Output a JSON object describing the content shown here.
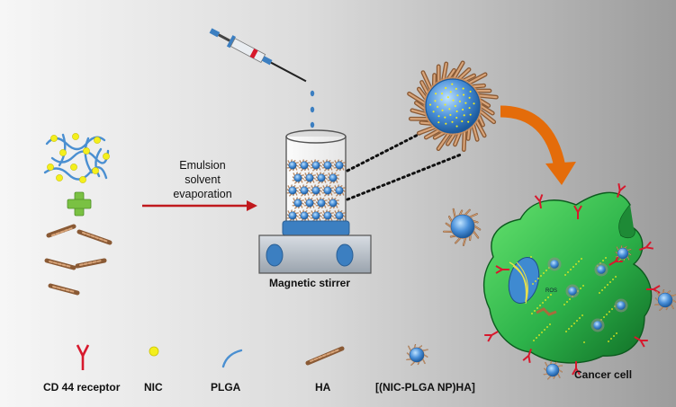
{
  "process": {
    "lines": [
      "Emulsion",
      "solvent",
      "evaporation"
    ]
  },
  "stirrer": {
    "label": "Magnetic stirrer"
  },
  "cell": {
    "label": "Cancer cell",
    "ros": "ROS"
  },
  "legend": {
    "cd44": "CD 44 receptor",
    "nic": "NIC",
    "plga": "PLGA",
    "ha": "HA",
    "np": "[(NIC-PLGA NP)HA]"
  },
  "colors": {
    "arrow_red": "#c0191d",
    "orange_arrow": "#e46c0a",
    "cross_green": "#7ac143",
    "nanoparticle_blue": "#4a90d9",
    "nic_yellow": "#f4ef1c",
    "plga_blue": "#4a8fd1",
    "ha_brown": "#b27a4f",
    "cell_green": "#2db34a",
    "receptor_red": "#d7192d"
  }
}
